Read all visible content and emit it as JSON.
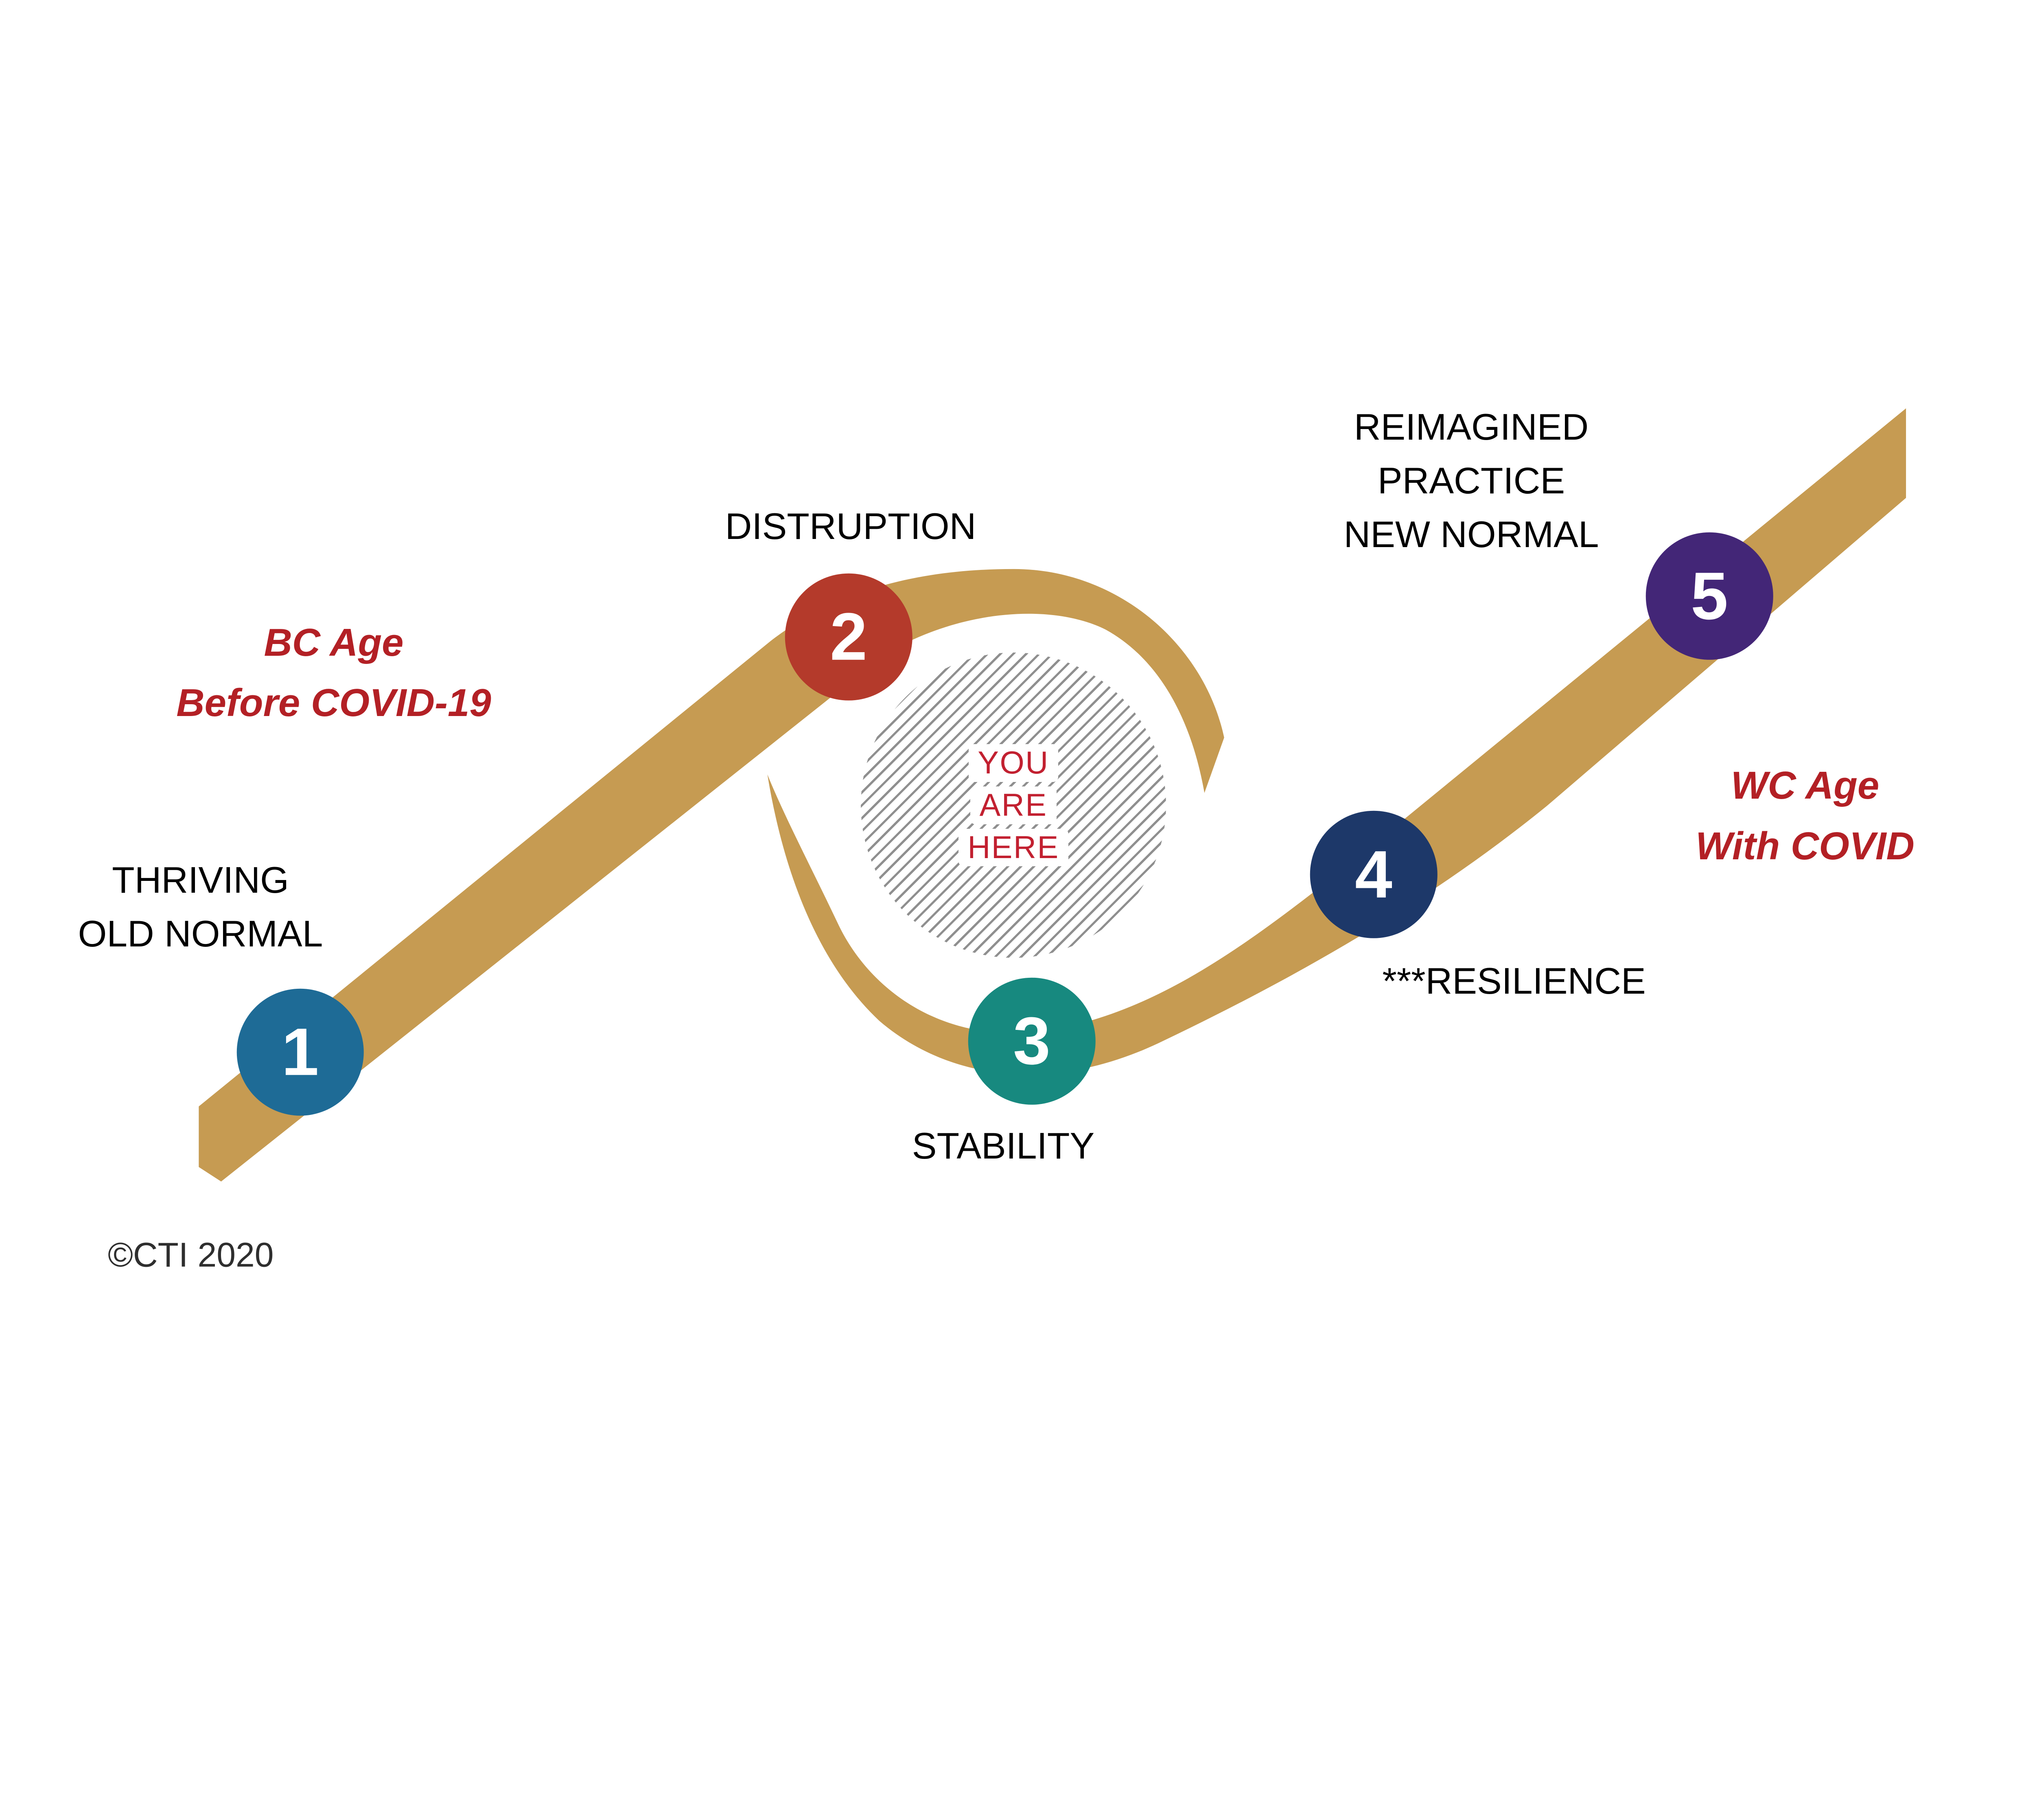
{
  "diagram": {
    "stages": [
      {
        "number": "1",
        "label_lines": [
          "THRIVING",
          "OLD NORMAL"
        ],
        "color": "#1E6B96"
      },
      {
        "number": "2",
        "label_lines": [
          "DISTRUPTION"
        ],
        "color": "#B43A2B"
      },
      {
        "number": "3",
        "label_lines": [
          "STABILITY"
        ],
        "color": "#17897F"
      },
      {
        "number": "4",
        "label_lines": [
          "***RESILIENCE"
        ],
        "color": "#1D3869"
      },
      {
        "number": "5",
        "label_lines": [
          "REIMAGINED",
          "PRACTICE",
          "NEW NORMAL"
        ],
        "color": "#432677"
      }
    ],
    "eras": [
      {
        "label_lines": [
          "BC Age",
          "Before COVID-19"
        ],
        "color": "#B32025"
      },
      {
        "label_lines": [
          "WC Age",
          "With COVID"
        ],
        "color": "#B32025"
      }
    ],
    "center_marker": {
      "lines": [
        "YOU",
        "ARE",
        "HERE"
      ],
      "color": "#C22030",
      "hatch_color": "#8f8f8f"
    },
    "copyright": "©CTI 2020",
    "curve_color": "#C69B52"
  }
}
